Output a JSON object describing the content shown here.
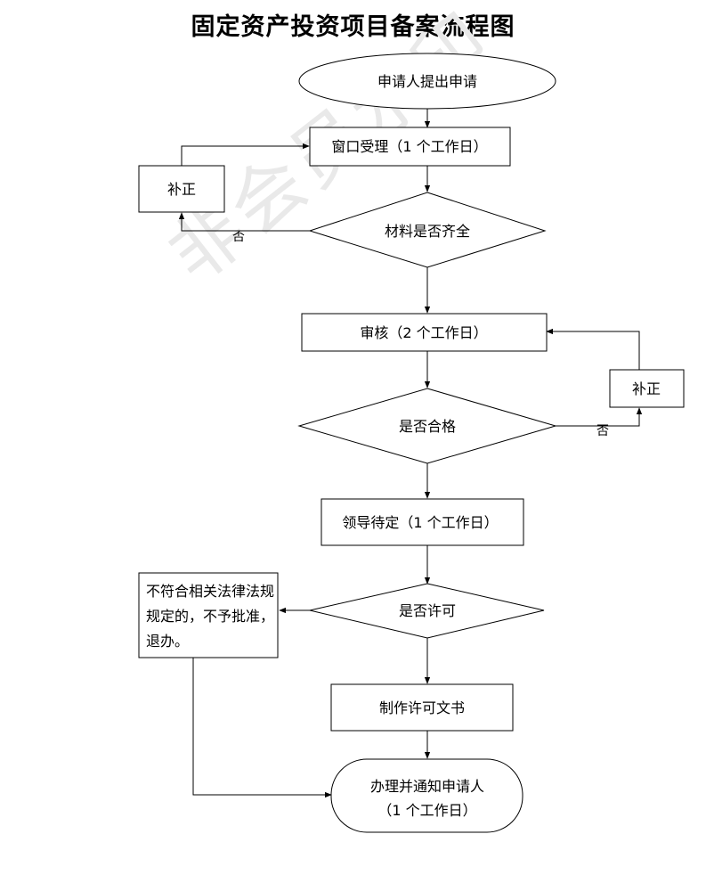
{
  "title": "固定资产投资项目备案流程图",
  "watermark": "非会员水印",
  "nodes": {
    "start": "申请人提出申请",
    "window": "窗口受理（1 个工作日）",
    "fix1": "补正",
    "check_materials": "材料是否齐全",
    "review": "审核（2 个工作日）",
    "fix2": "补正",
    "qualified": "是否合格",
    "leader": "领导待定（1 个工作日）",
    "permit": "是否许可",
    "reject": "不符合相关法律法规规定的，不予批准，退办。",
    "make_doc": "制作许可文书",
    "notify_line1": "办理并通知申请人",
    "notify_line2": "（1 个工作日）"
  },
  "labels": {
    "no1": "否",
    "no2": "否"
  }
}
